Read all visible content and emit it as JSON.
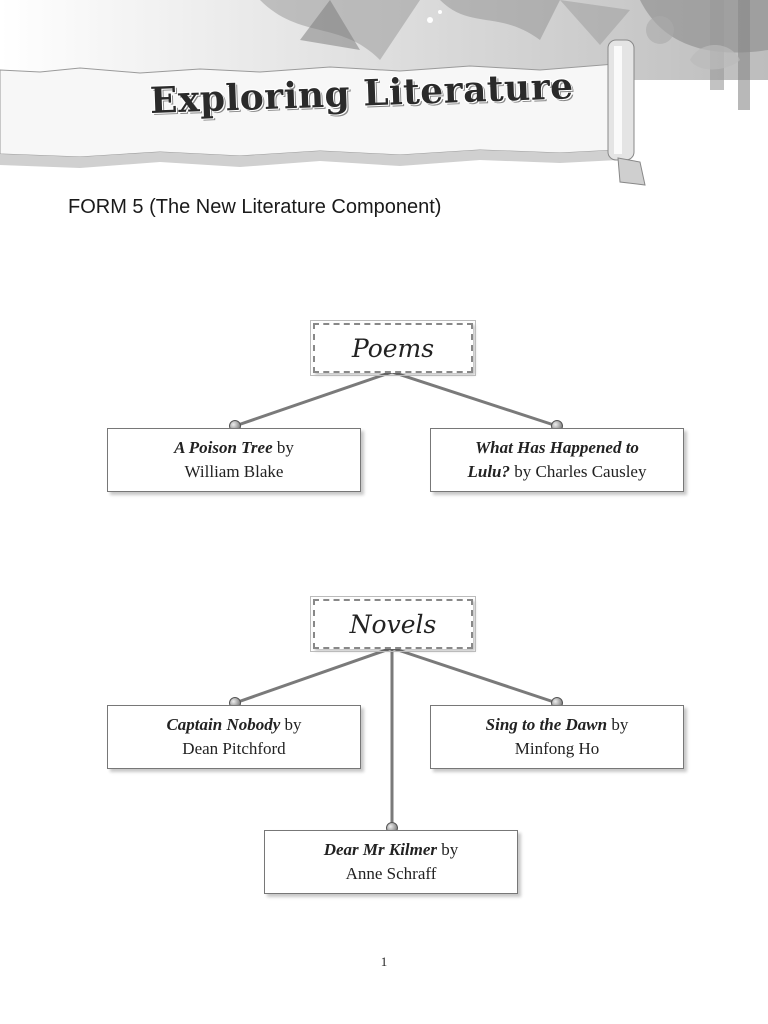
{
  "banner": {
    "title": "Exploring Literature"
  },
  "heading": "FORM 5 (The New Literature Component)",
  "sections": [
    {
      "category": "Poems",
      "items": [
        {
          "title": "A Poison Tree",
          "by": " by",
          "author": "William Blake"
        },
        {
          "title": "What Has Happened to",
          "title2": "Lulu?",
          "by": " by Charles Causley"
        }
      ]
    },
    {
      "category": "Novels",
      "items": [
        {
          "title": "Captain Nobody",
          "by": " by",
          "author": "Dean Pitchford"
        },
        {
          "title": "Sing to the Dawn",
          "by": " by",
          "author": "Minfong Ho"
        },
        {
          "title": "Dear Mr Kilmer",
          "by": " by",
          "author": "Anne Schraff"
        }
      ]
    }
  ],
  "page_number": "1"
}
